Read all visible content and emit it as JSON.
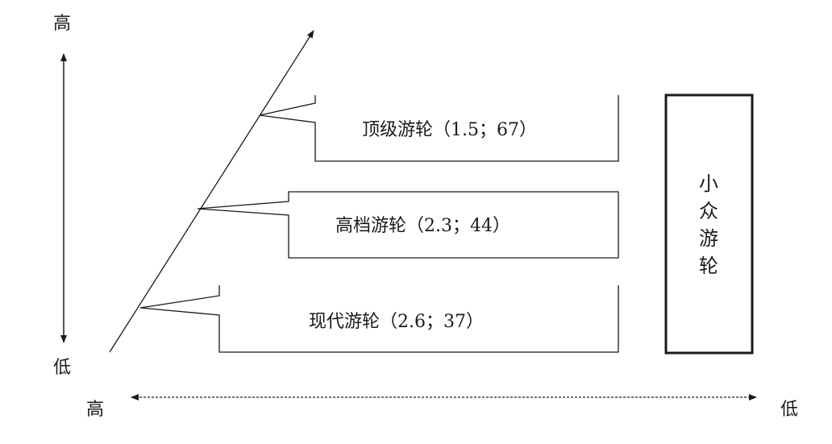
{
  "axes": {
    "vertical_top": "高",
    "vertical_bottom": "低",
    "horizontal_left": "高",
    "horizontal_right": "低"
  },
  "tiers": [
    {
      "label": "顶级游轮（1.5；67）"
    },
    {
      "label": "高档游轮（2.3；44）"
    },
    {
      "label": "现代游轮（2.6；37）"
    }
  ],
  "niche_box": {
    "chars": [
      "小",
      "众",
      "游",
      "轮"
    ]
  }
}
